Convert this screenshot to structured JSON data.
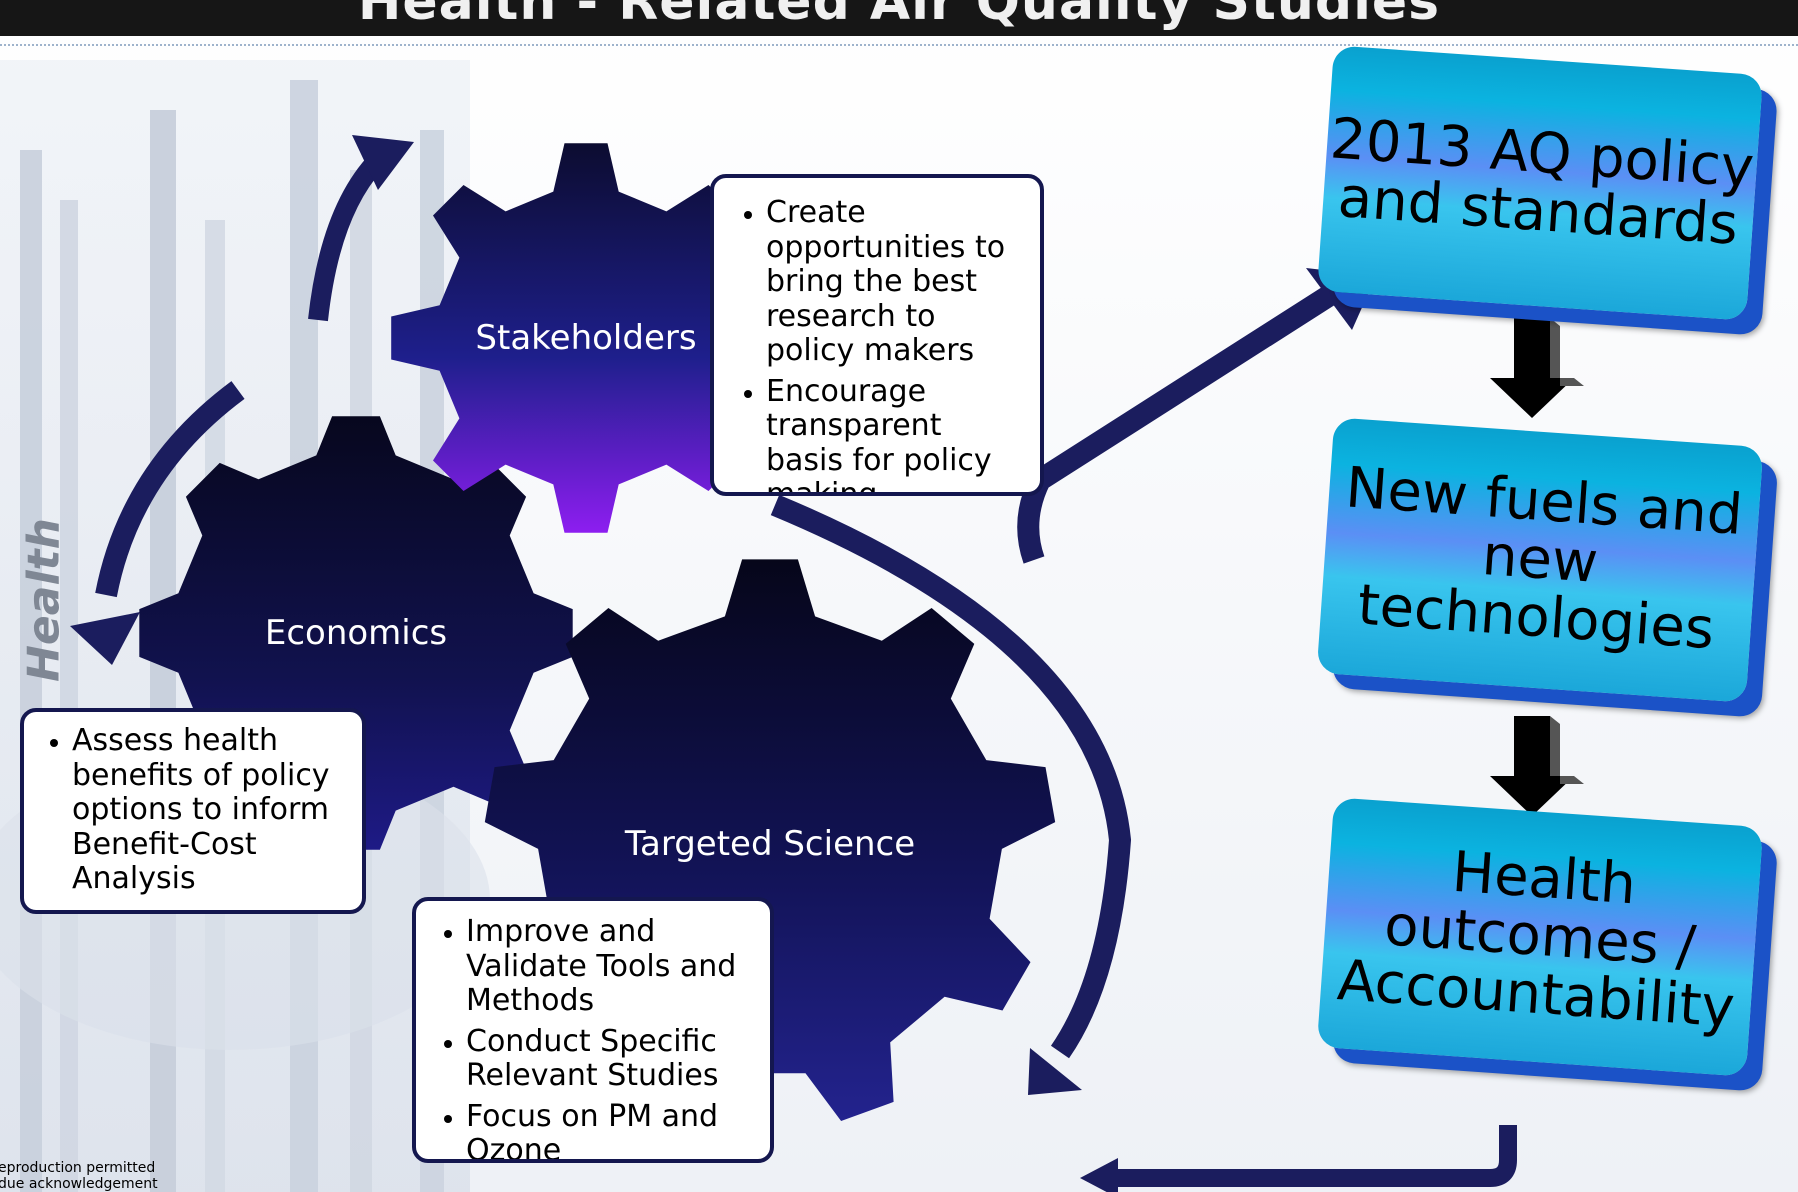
{
  "title": "Health - Related Air Quality Studies",
  "side_label": "Health",
  "gears": [
    {
      "label": "Stakeholders"
    },
    {
      "label": "Economics"
    },
    {
      "label": "Targeted Science"
    }
  ],
  "stakeholders_box": {
    "bullets": [
      "Create opportunities to bring the best research to policy makers",
      "Encourage transparent basis for policy making"
    ]
  },
  "economics_box": {
    "bullets": [
      "Assess health benefits of policy options to inform Benefit-Cost Analysis"
    ]
  },
  "science_box": {
    "bullets": [
      "Improve and Validate Tools and Methods",
      "Conduct Specific Relevant Studies",
      "Focus on PM and Ozone"
    ]
  },
  "flow_steps": [
    {
      "label": "2013 AQ policy and standards"
    },
    {
      "label": "New fuels and new technologies"
    },
    {
      "label": "Health outcomes / Accountability"
    }
  ],
  "footnote": {
    "line1": "eproduction permitted",
    "line2": "due acknowledgement"
  },
  "colors": {
    "gear_dark": "#0c0c2c",
    "gear_mid": "#15186a",
    "gear_accent": "#7a1fe0",
    "arrow": "#1b1d5e",
    "box_border": "#14174f",
    "flow_box": "#19aee0"
  }
}
